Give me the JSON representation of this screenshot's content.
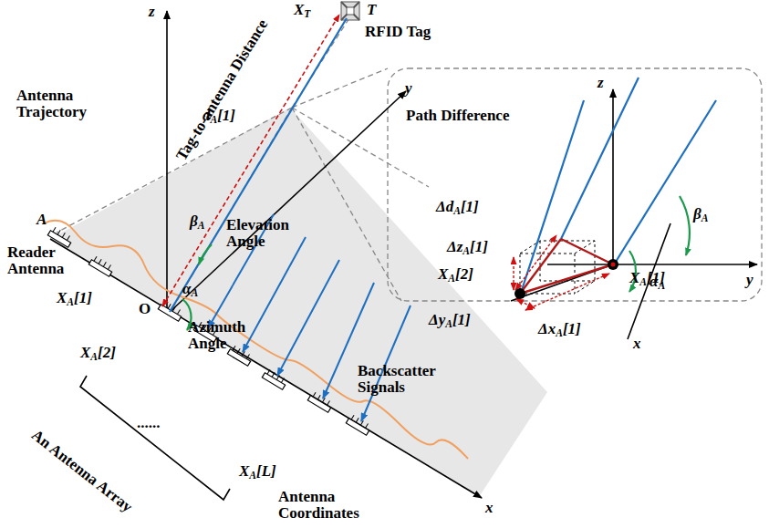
{
  "diagram": {
    "labels": [
      "XT",
      "T",
      "RFID Tag",
      "z",
      "dA[1]",
      "Tag-to-antenna Distance",
      "βA",
      "Elevation Angle",
      "y",
      "Antenna Trajectory",
      "A",
      "Reader Antenna",
      "O",
      "αA",
      "Azimuth Angle",
      "XA[1]",
      "XA[2]",
      "......",
      "Backscatter Signals",
      "XA[L]",
      "x",
      "An Antenna Array",
      "Antenna Coordinates",
      "z",
      "Path Difference",
      "ΔdA[1]",
      "XA[2]",
      "ΔzA[1]",
      "ΔyA[1]",
      "XA[1]",
      "ΔxA[1]",
      "αA",
      "βA",
      "y",
      "x"
    ]
  }
}
